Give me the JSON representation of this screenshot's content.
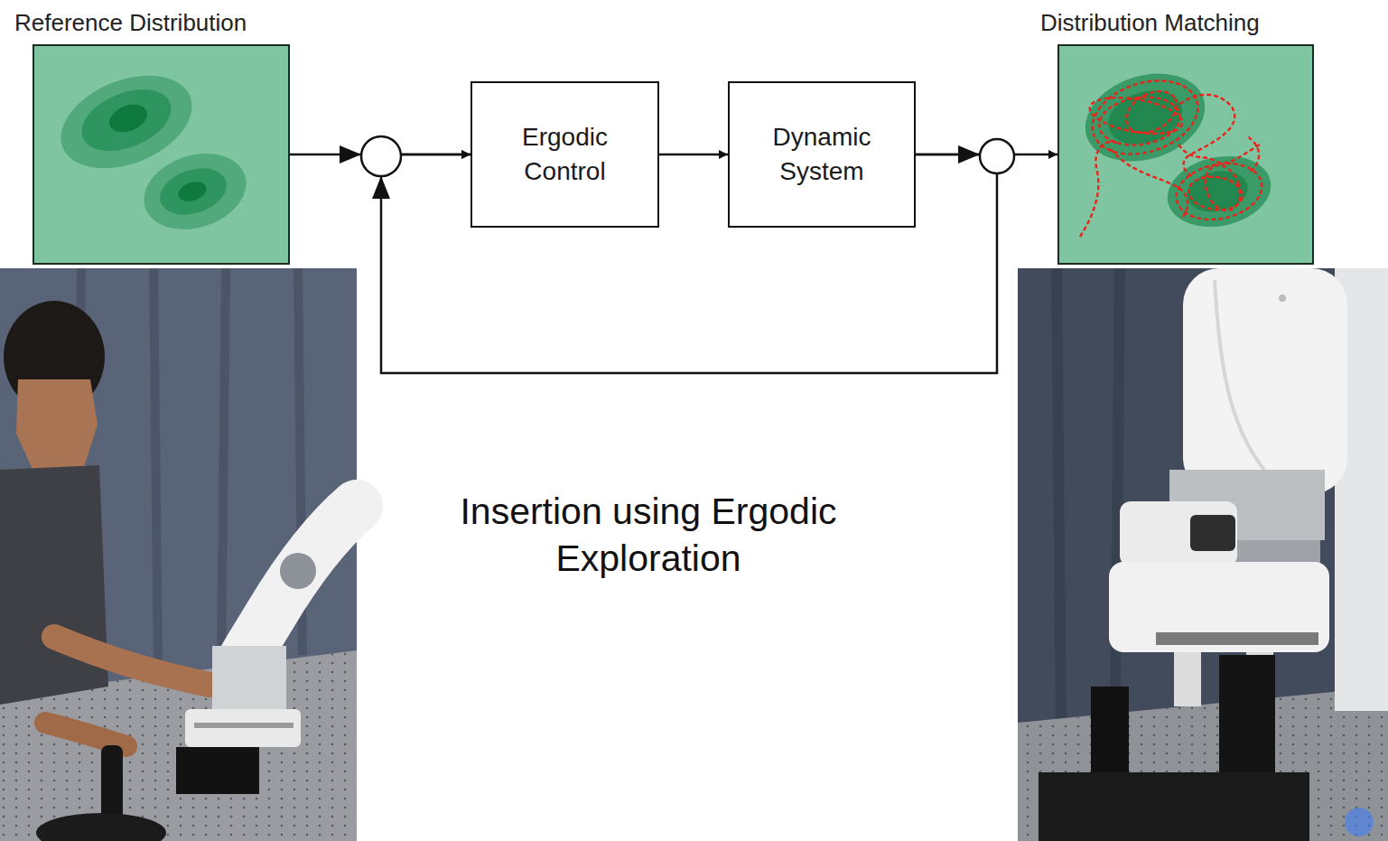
{
  "diagram": {
    "nodes": [
      {
        "text": [
          "Reference Distribution"
        ]
      },
      {
        "text": [
          "Ergodic Control"
        ]
      },
      {
        "text": [
          "Dynamic System"
        ]
      },
      {
        "text": [
          "Distribution Matching"
        ]
      }
    ],
    "edges": [
      {
        "from": 0,
        "to": 1,
        "arrow": "to"
      },
      {
        "from": 1,
        "to": 2,
        "arrow": "to"
      },
      {
        "from": 2,
        "to": 3,
        "arrow": "to"
      },
      {
        "from": 2,
        "to": 1,
        "arrow": "to"
      }
    ],
    "labels": [
      "Insertion using Ergodic Exploration"
    ]
  }
}
